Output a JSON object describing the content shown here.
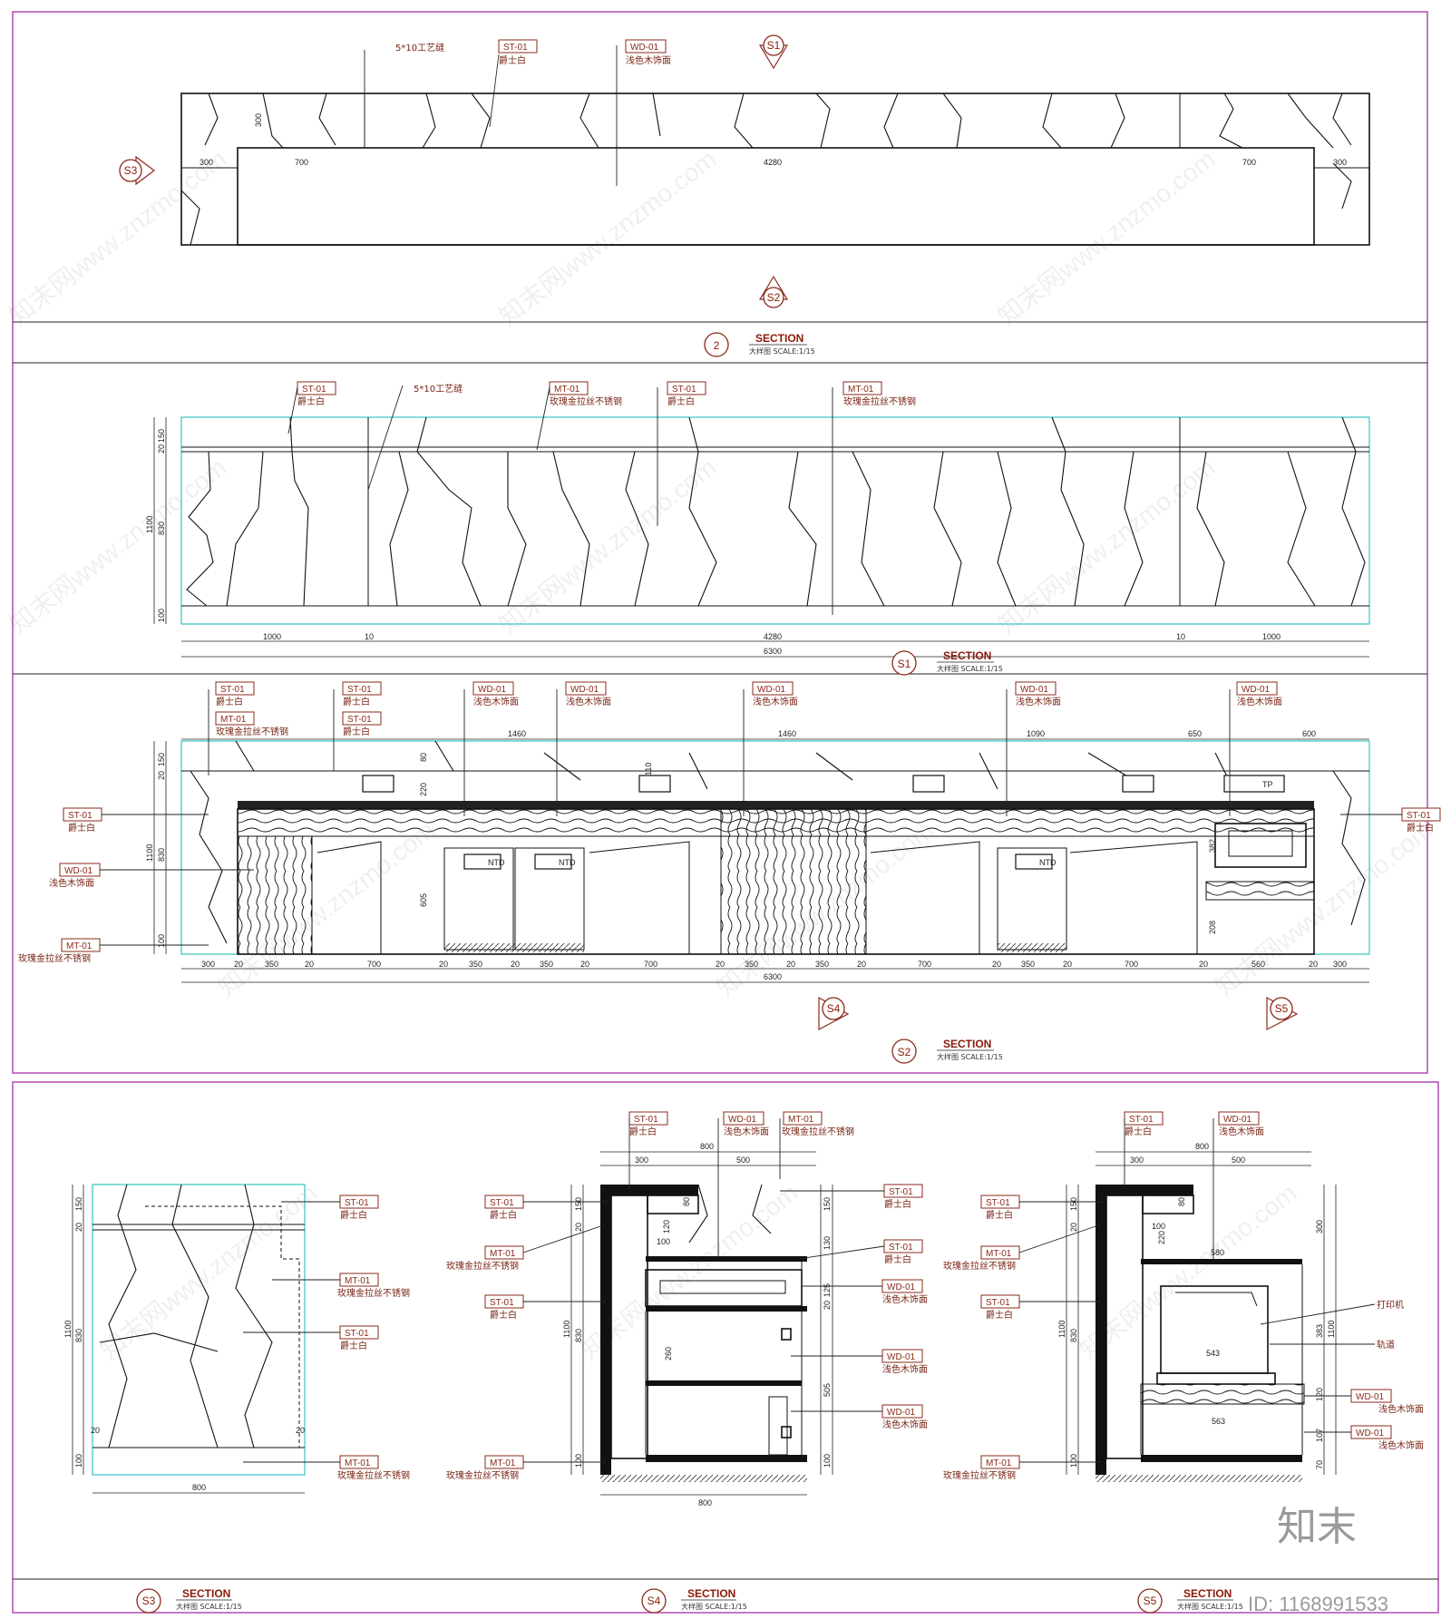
{
  "materials": {
    "st01": {
      "code": "ST-01",
      "name": "爵士白"
    },
    "wd01": {
      "code": "WD-01",
      "name": "浅色木饰面"
    },
    "mt01": {
      "code": "MT-01",
      "name": "玫瑰金拉丝不锈钢"
    },
    "joint": "5*10工艺缝"
  },
  "section2": {
    "num": "2",
    "title": "SECTION",
    "sub": "大样图 SCALE:1/15"
  },
  "sectionS1": {
    "num": "S1",
    "title": "SECTION",
    "sub": "大样图 SCALE:1/15"
  },
  "sectionS2": {
    "num": "S2",
    "title": "SECTION",
    "sub": "大样图 SCALE:1/15"
  },
  "sectionS3": {
    "num": "S3",
    "title": "SECTION",
    "sub": "大样图 SCALE:1/15"
  },
  "sectionS4": {
    "num": "S4",
    "title": "SECTION",
    "sub": "大样图 SCALE:1/15"
  },
  "sectionS5": {
    "num": "S5",
    "title": "SECTION",
    "sub": "大样图 SCALE:1/15"
  },
  "markers": {
    "s1": "S1",
    "s2": "S2",
    "s3": "S3",
    "s4": "S4",
    "s5": "S5"
  },
  "plan_dims": {
    "left": "300",
    "left2": "700",
    "mid": "4280",
    "right2": "700",
    "right": "300",
    "depth": "300"
  },
  "s1_dims": {
    "d1": "1000",
    "d2": "4280",
    "d3": "1000",
    "total": "6300",
    "h1": "150",
    "h2": "20",
    "h3": "830",
    "h4": "100",
    "htotal": "1100",
    "j1": "10",
    "j2": "10"
  },
  "s2_top_dims": {
    "a": "1460",
    "b": "1460",
    "c": "1090",
    "d": "650",
    "e": "600",
    "f": "220",
    "g": "80",
    "h": "110"
  },
  "s2_bottom_dims": [
    "300",
    "20",
    "350",
    "20",
    "700",
    "20",
    "350",
    "20",
    "350",
    "20",
    "700",
    "20",
    "350",
    "20",
    "350",
    "20",
    "700",
    "20",
    "350",
    "20",
    "700",
    "20",
    "560",
    "20",
    "300"
  ],
  "s2_total": "6300",
  "s2_vert": {
    "a": "150",
    "b": "20",
    "c": "830",
    "d": "100",
    "total": "1100",
    "e": "605",
    "f": "382",
    "g": "208"
  },
  "socket_labels": {
    "ntd": "NTD",
    "tp": "TP"
  },
  "s3_dims": {
    "w": "800",
    "h1": "150",
    "h2": "20",
    "h3": "830",
    "h4": "100",
    "total": "1100",
    "g1": "20",
    "g2": "20"
  },
  "s4_dims": {
    "w": "800",
    "w2": "300",
    "w3": "500",
    "top": "80",
    "t2": "120",
    "t3": "100",
    "h1": "150",
    "h2": "20",
    "h3": "830",
    "h4": "100",
    "total": "1100",
    "r1": "130",
    "r2": "125",
    "r3": "260",
    "r4": "505",
    "r5": "20"
  },
  "s5_dims": {
    "w": "800",
    "w2": "300",
    "w3": "500",
    "top": "80",
    "t2": "220",
    "t3": "100",
    "shelf": "580",
    "printer": "543",
    "tray": "563",
    "h1": "150",
    "h2": "20",
    "h3": "830",
    "h4": "100",
    "total": "1100",
    "r1": "300",
    "r2": "383",
    "r3": "120",
    "r4": "107",
    "r5": "70"
  },
  "s5_notes": {
    "printer": "打印机",
    "rail": "轨道"
  },
  "brand": "知末",
  "id_text": "ID: 1168991533",
  "watermark": "知末网www.znzmo.com"
}
